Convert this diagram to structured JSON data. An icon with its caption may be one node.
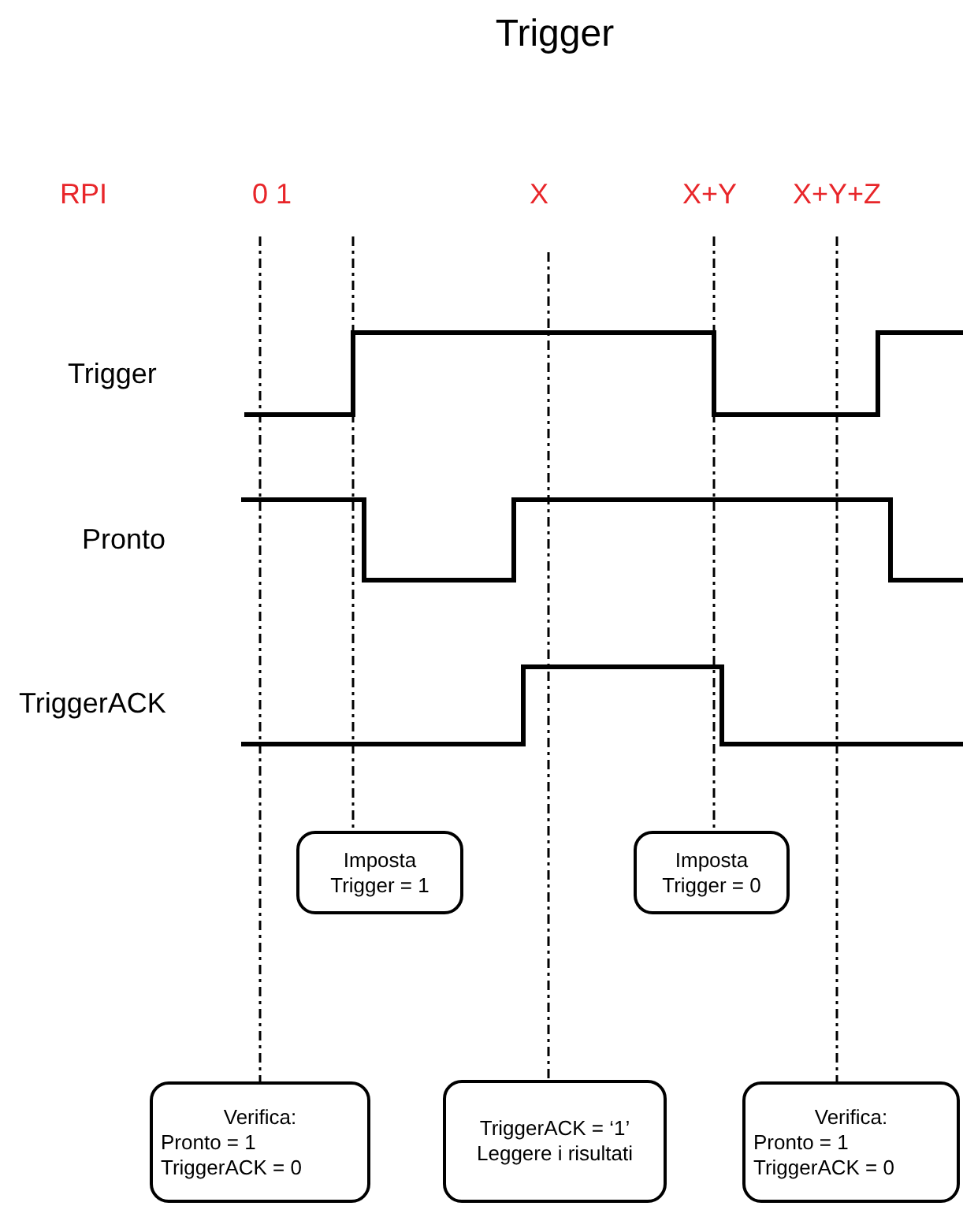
{
  "diagram": {
    "title": "Trigger",
    "nodes": [
      {
        "text": [
          "Imposta",
          "Trigger = 1"
        ]
      },
      {
        "text": [
          "Imposta",
          "Trigger = 0"
        ]
      },
      {
        "text": [
          "Verifica:",
          "Pronto = 1",
          "TriggerACK = 0"
        ]
      },
      {
        "text": [
          "TriggerACK = ‘1’",
          "Leggere i risultati"
        ]
      },
      {
        "text": [
          "Verifica:",
          "Pronto = 1",
          "TriggerACK = 0"
        ]
      }
    ],
    "edges": [
      {
        "from": null,
        "to": 2,
        "arrow": "none",
        "style": "dashed"
      },
      {
        "from": null,
        "to": 0,
        "arrow": "none",
        "style": "dashed"
      },
      {
        "from": null,
        "to": 3,
        "arrow": "none",
        "style": "dashed"
      },
      {
        "from": null,
        "to": 1,
        "arrow": "none",
        "style": "dashed"
      },
      {
        "from": null,
        "to": 4,
        "arrow": "none",
        "style": "dashed"
      }
    ],
    "labels": [
      "RPI",
      "0 1",
      "X",
      "X+Y",
      "X+Y+Z",
      "Trigger",
      "Pronto",
      "TriggerACK"
    ]
  }
}
